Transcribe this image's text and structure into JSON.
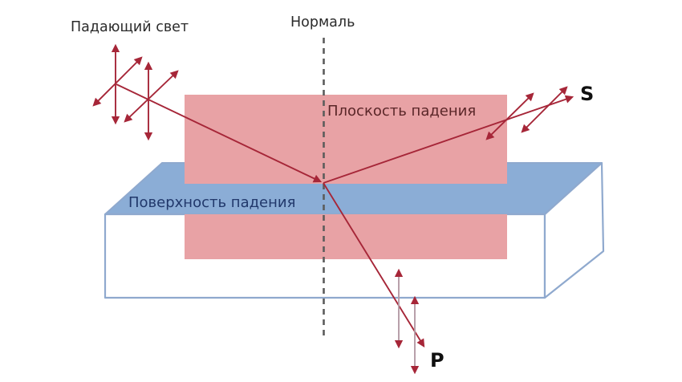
{
  "figure": {
    "labels": {
      "incident_light": "Падающий свет",
      "normal": "Нормаль",
      "plane_of_incidence": "Плоскость падения",
      "surface_of_incidence": "Поверхность падения",
      "s_label": "S",
      "p_label": "P"
    }
  },
  "colors": {
    "background": "#ffffff",
    "plane_fill": "#e8a2a5",
    "surface_fill": "#8badd6",
    "box_outline": "#8fa9ce",
    "ray": "#a62638",
    "p_shaft": "#b59ba5",
    "normal_dash": "#5c5c5c",
    "label_text": "#2b2b2b",
    "plane_label_text": "#5a2628",
    "surface_label_text": "#21386b",
    "sp_label_text": "#101010"
  }
}
